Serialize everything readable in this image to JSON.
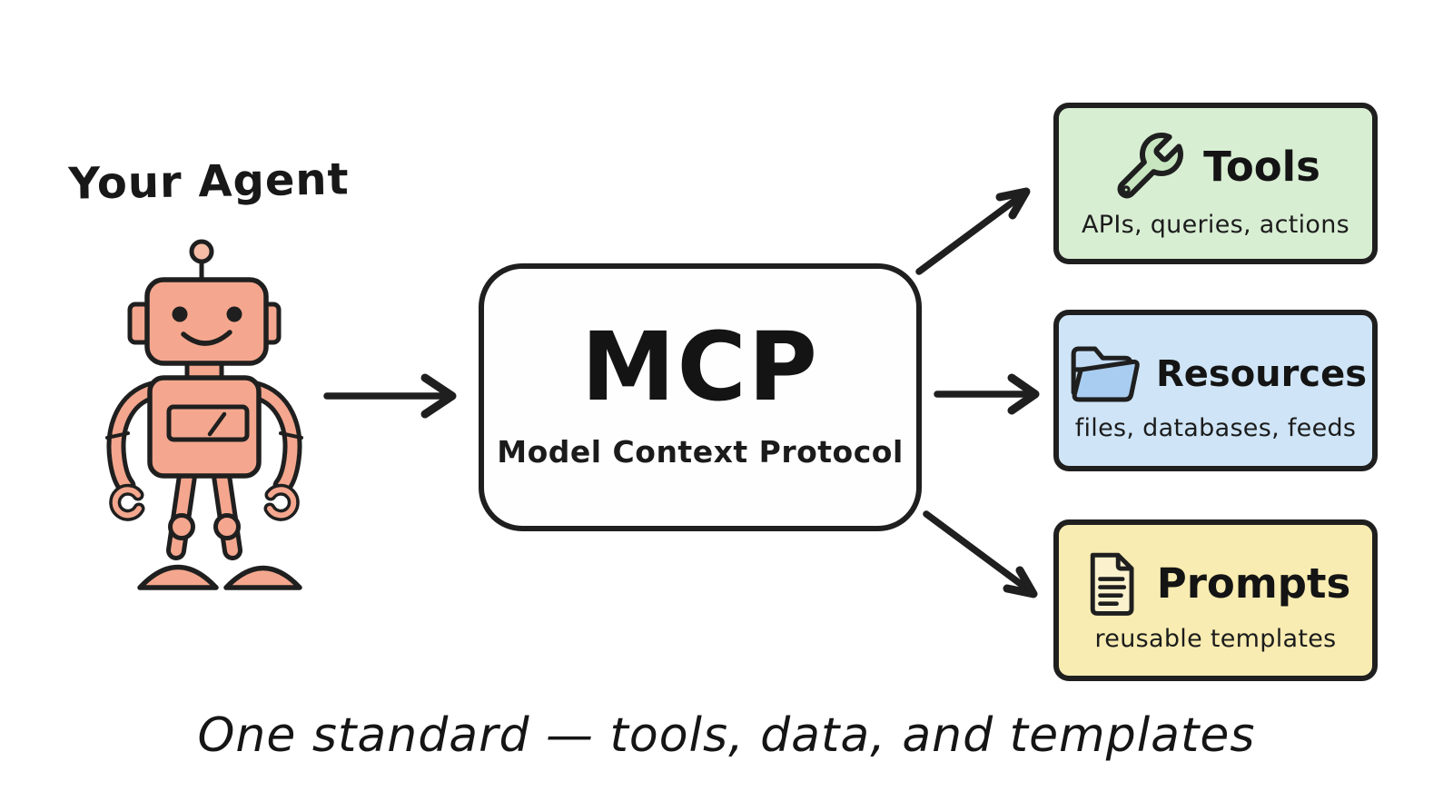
{
  "agent": {
    "label": "Your Agent"
  },
  "hub": {
    "title": "MCP",
    "subtitle": "Model Context Protocol"
  },
  "outputs": [
    {
      "id": "tools",
      "title": "Tools",
      "subtitle": "APIs, queries, actions",
      "icon": "wrench-icon",
      "fill": "#d8eed3",
      "halo": "#bfe1b8",
      "icon_fill": "#c7e6bf"
    },
    {
      "id": "resources",
      "title": "Resources",
      "subtitle": "files, databases, feeds",
      "icon": "folder-icon",
      "fill": "#cfe5f7",
      "halo": "#aed0ec",
      "icon_fill": "#a9cdf0",
      "icon_fill_light": "#c3dcf5"
    },
    {
      "id": "prompts",
      "title": "Prompts",
      "subtitle": "reusable templates",
      "icon": "document-icon",
      "fill": "#f8ecb2",
      "halo": "#f2df90",
      "icon_fill": "#fbf2cd"
    }
  ],
  "caption": "One standard — tools, data, and templates",
  "colors": {
    "outline": "#1f1f1f",
    "robot_fill": "#f4a78e",
    "robot_fill_light": "#f7bda7",
    "background": "#ffffff"
  }
}
